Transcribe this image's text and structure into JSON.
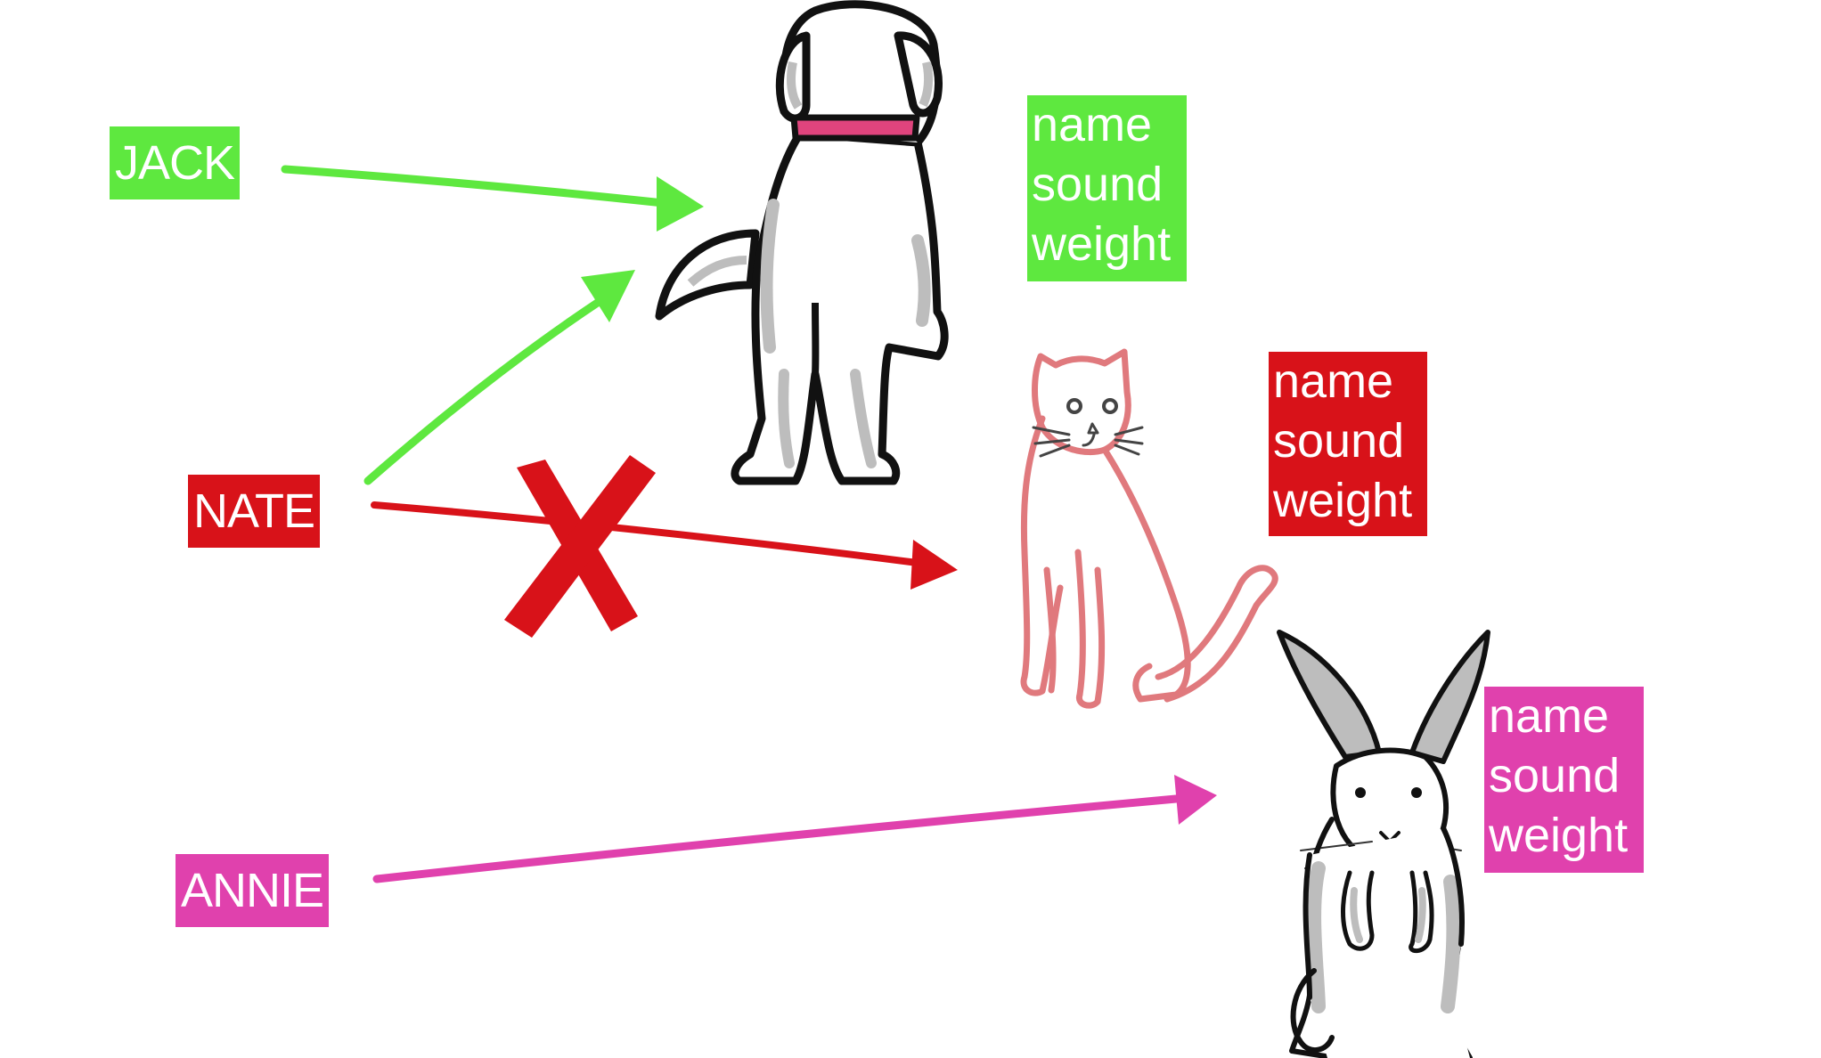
{
  "people": [
    {
      "id": "jack",
      "label": "JACK",
      "color": "#5ee83f",
      "owns": "dog",
      "allowed": true
    },
    {
      "id": "nate",
      "label": "NATE",
      "color": "#d81219",
      "owns": "dog",
      "allowed": true
    },
    {
      "id": "nate_cat",
      "label": "NATE",
      "color": "#d81219",
      "owns": "cat",
      "allowed": false
    },
    {
      "id": "annie",
      "label": "ANNIE",
      "color": "#e041ad",
      "owns": "rabbit",
      "allowed": true
    }
  ],
  "animals": [
    {
      "id": "dog",
      "color": "#5ee83f",
      "attributes": [
        "name",
        "sound",
        "weight"
      ],
      "collar_color": "#e0447d"
    },
    {
      "id": "cat",
      "color": "#d81219",
      "attributes": [
        "name",
        "sound",
        "weight"
      ]
    },
    {
      "id": "rabbit",
      "color": "#e041ad",
      "attributes": [
        "name",
        "sound",
        "weight"
      ]
    }
  ],
  "colors": {
    "green": "#5ee83f",
    "red": "#d81219",
    "pink": "#e041ad",
    "cat_outline": "#e0797d",
    "fur_gray": "#b9b9b9"
  }
}
